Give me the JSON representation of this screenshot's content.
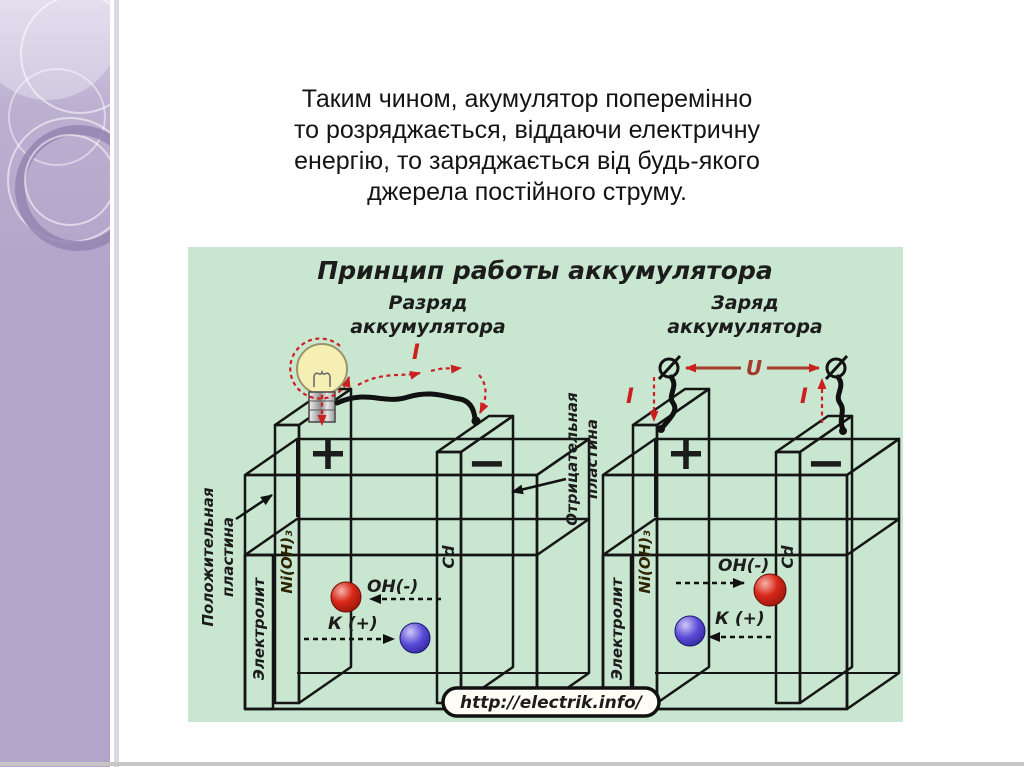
{
  "slide": {
    "intro_lines": [
      "Таким чином, акумулятор поперемінно",
      "то розряджається, віддаючи електричну",
      "енергію, то заряджається від будь-якого",
      "джерела постійного струму."
    ]
  },
  "diagram": {
    "title": "Принцип работы аккумулятора",
    "discharge_title_line1": "Разряд",
    "discharge_title_line2": "аккумулятора",
    "charge_title_line1": "Заряд",
    "charge_title_line2": "аккумулятора",
    "labels": {
      "positive_plate_line1": "Положительная",
      "positive_plate_line2": "пластина",
      "negative_plate_line1": "Отрицательная",
      "negative_plate_line2": "пластина",
      "electrolyte": "Электролит",
      "positive_material": "Ni(OH)₃",
      "negative_material": "Cd",
      "plus": "+",
      "minus": "−",
      "hydroxide_ion": "OH(-)",
      "potassium_ion": "К (+)",
      "current": "I",
      "voltage": "U",
      "url": "http://electrik.info/"
    },
    "colors": {
      "panel_green": "#c9e7d0",
      "plate_yellow": "#f6d164",
      "plate_yellow_dark": "#a8821a",
      "plate_yellow_top": "#c89a12",
      "plate_grey": "#b5b5b5",
      "plate_grey_dark": "#8f8f8f",
      "plate_grey_top": "#d8d8d8",
      "electrolyte_face": "#eceaf2",
      "electrolyte_top": "#e3e0ec",
      "electrolyte_wall": "#f8f7fa",
      "accent_red": "#cc2020",
      "sidebar_lavender": "#b2a5c9"
    }
  }
}
